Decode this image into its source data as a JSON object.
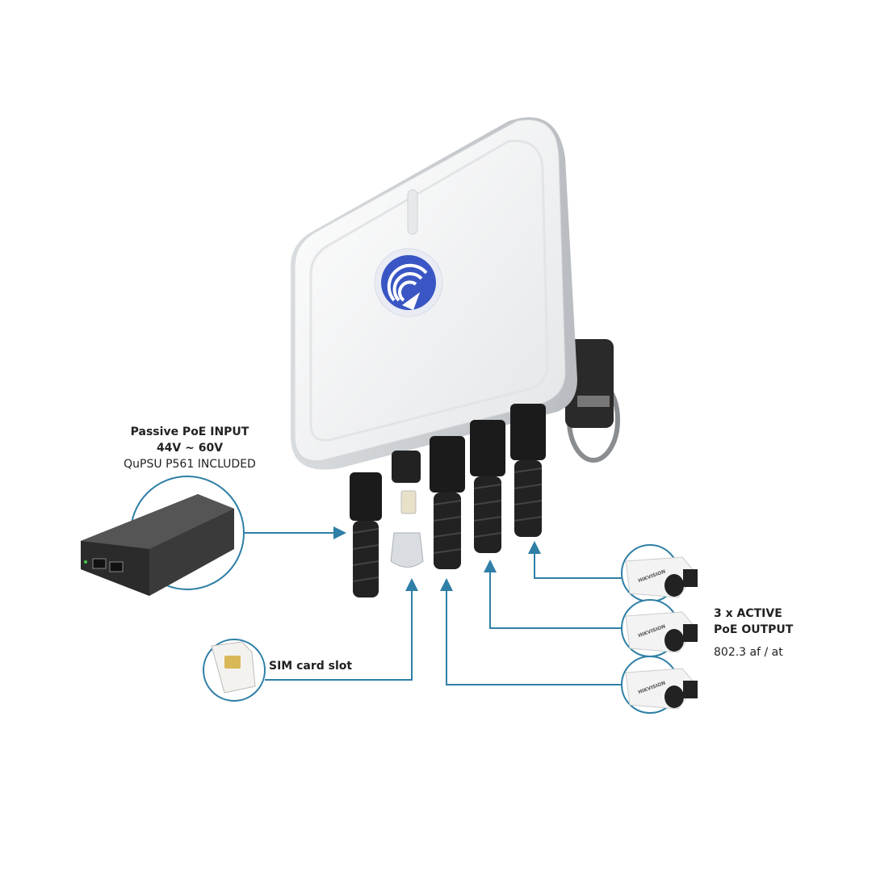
{
  "colors": {
    "line": "#2f7fa6",
    "device": "#f2f3f4",
    "logo": "#3a56c4",
    "connector": "#1b1b1b"
  },
  "poe_input": {
    "title": "Passive PoE INPUT",
    "voltage": "44V ~ 60V",
    "included": "QuPSU P561 INCLUDED"
  },
  "sim": {
    "label": "SIM card slot"
  },
  "poe_output": {
    "line1": "3 x ACTIVE",
    "line2": "PoE OUTPUT",
    "standard": "802.3 af / at"
  },
  "camera_brand": "HIKVISION"
}
